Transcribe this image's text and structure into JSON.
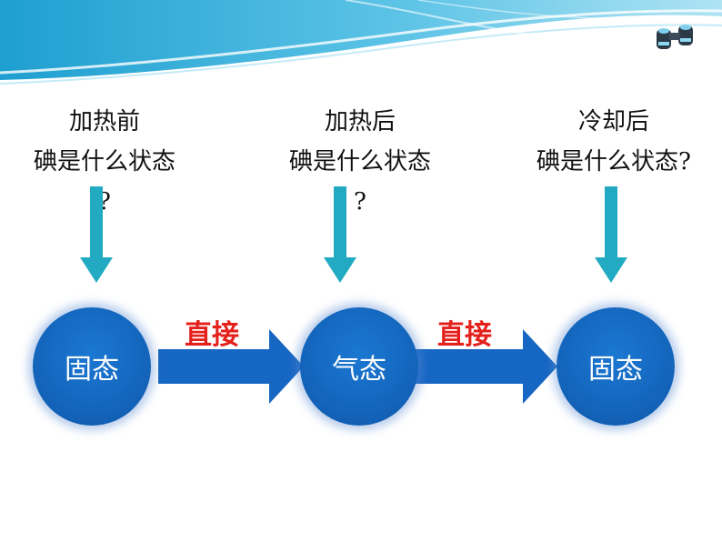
{
  "stages": [
    {
      "question_line1": "加热前",
      "question_line2": "碘是什么状态",
      "question_line3": "?",
      "state": "固态"
    },
    {
      "question_line1": "加热后",
      "question_line2": "碘是什么状态",
      "question_line3": "?",
      "state": "气态"
    },
    {
      "question_line1": "冷却后",
      "question_line2": "碘是什么状态?",
      "question_line3": "",
      "state": "固态"
    }
  ],
  "transitions": [
    {
      "label": "直接"
    },
    {
      "label": "直接"
    }
  ],
  "colors": {
    "state_circle": "#1565c0",
    "down_arrow": "#22aac3",
    "right_arrow": "#1666c4",
    "transition_label": "#e3201b",
    "header_wave": "#2aa6d5"
  },
  "icons": [
    "binoculars-icon"
  ]
}
